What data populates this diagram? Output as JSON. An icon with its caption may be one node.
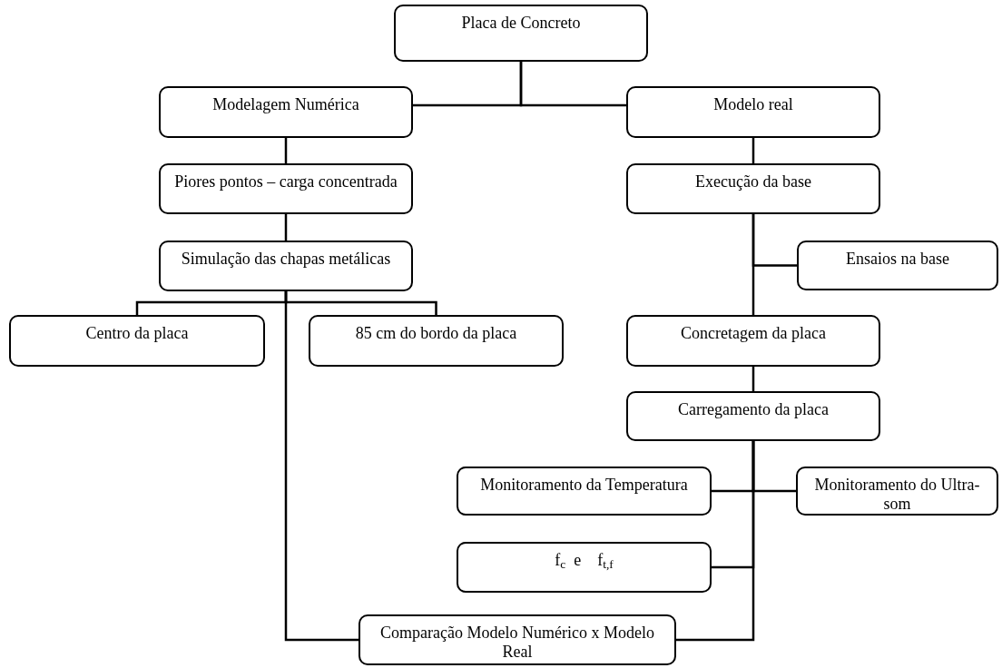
{
  "diagram": {
    "nodes": [
      {
        "text": [
          "Placa de Concreto"
        ]
      },
      {
        "text": [
          "Modelagem Numérica"
        ]
      },
      {
        "text": [
          "Modelo real"
        ]
      },
      {
        "text": [
          "Piores pontos – carga concentrada"
        ]
      },
      {
        "text": [
          "Execução da base"
        ]
      },
      {
        "text": [
          "Ensaios na base"
        ]
      },
      {
        "text": [
          "Simulação das chapas metálicas"
        ]
      },
      {
        "text": [
          "Centro da placa"
        ]
      },
      {
        "text": [
          "85 cm do bordo da placa"
        ]
      },
      {
        "text": [
          "Concretagem da placa"
        ]
      },
      {
        "text": [
          "Carregamento da placa"
        ]
      },
      {
        "text": [
          "Monitoramento da Temperatura"
        ]
      },
      {
        "text": [
          "Monitoramento do Ultra-som"
        ]
      },
      {
        "text": [
          "f$_{c}$  e    f$_{t,f}$"
        ]
      },
      {
        "text": [
          "Comparação Modelo Numérico x Modelo Real"
        ]
      }
    ],
    "edges": [
      {
        "from": 0,
        "to": 1,
        "arrow": "none"
      },
      {
        "from": 0,
        "to": 2,
        "arrow": "none"
      },
      {
        "from": 1,
        "to": 3,
        "arrow": "none"
      },
      {
        "from": 3,
        "to": 6,
        "arrow": "none"
      },
      {
        "from": 6,
        "to": 7,
        "arrow": "none"
      },
      {
        "from": 6,
        "to": 8,
        "arrow": "none"
      },
      {
        "from": 6,
        "to": 14,
        "arrow": "none"
      },
      {
        "from": 2,
        "to": 4,
        "arrow": "none"
      },
      {
        "from": 4,
        "to": 5,
        "arrow": "none"
      },
      {
        "from": 4,
        "to": 9,
        "arrow": "none"
      },
      {
        "from": 9,
        "to": 10,
        "arrow": "none"
      },
      {
        "from": 10,
        "to": 11,
        "arrow": "none"
      },
      {
        "from": 10,
        "to": 12,
        "arrow": "none"
      },
      {
        "from": 10,
        "to": 13,
        "arrow": "none"
      },
      {
        "from": 10,
        "to": 14,
        "arrow": "none"
      }
    ]
  }
}
